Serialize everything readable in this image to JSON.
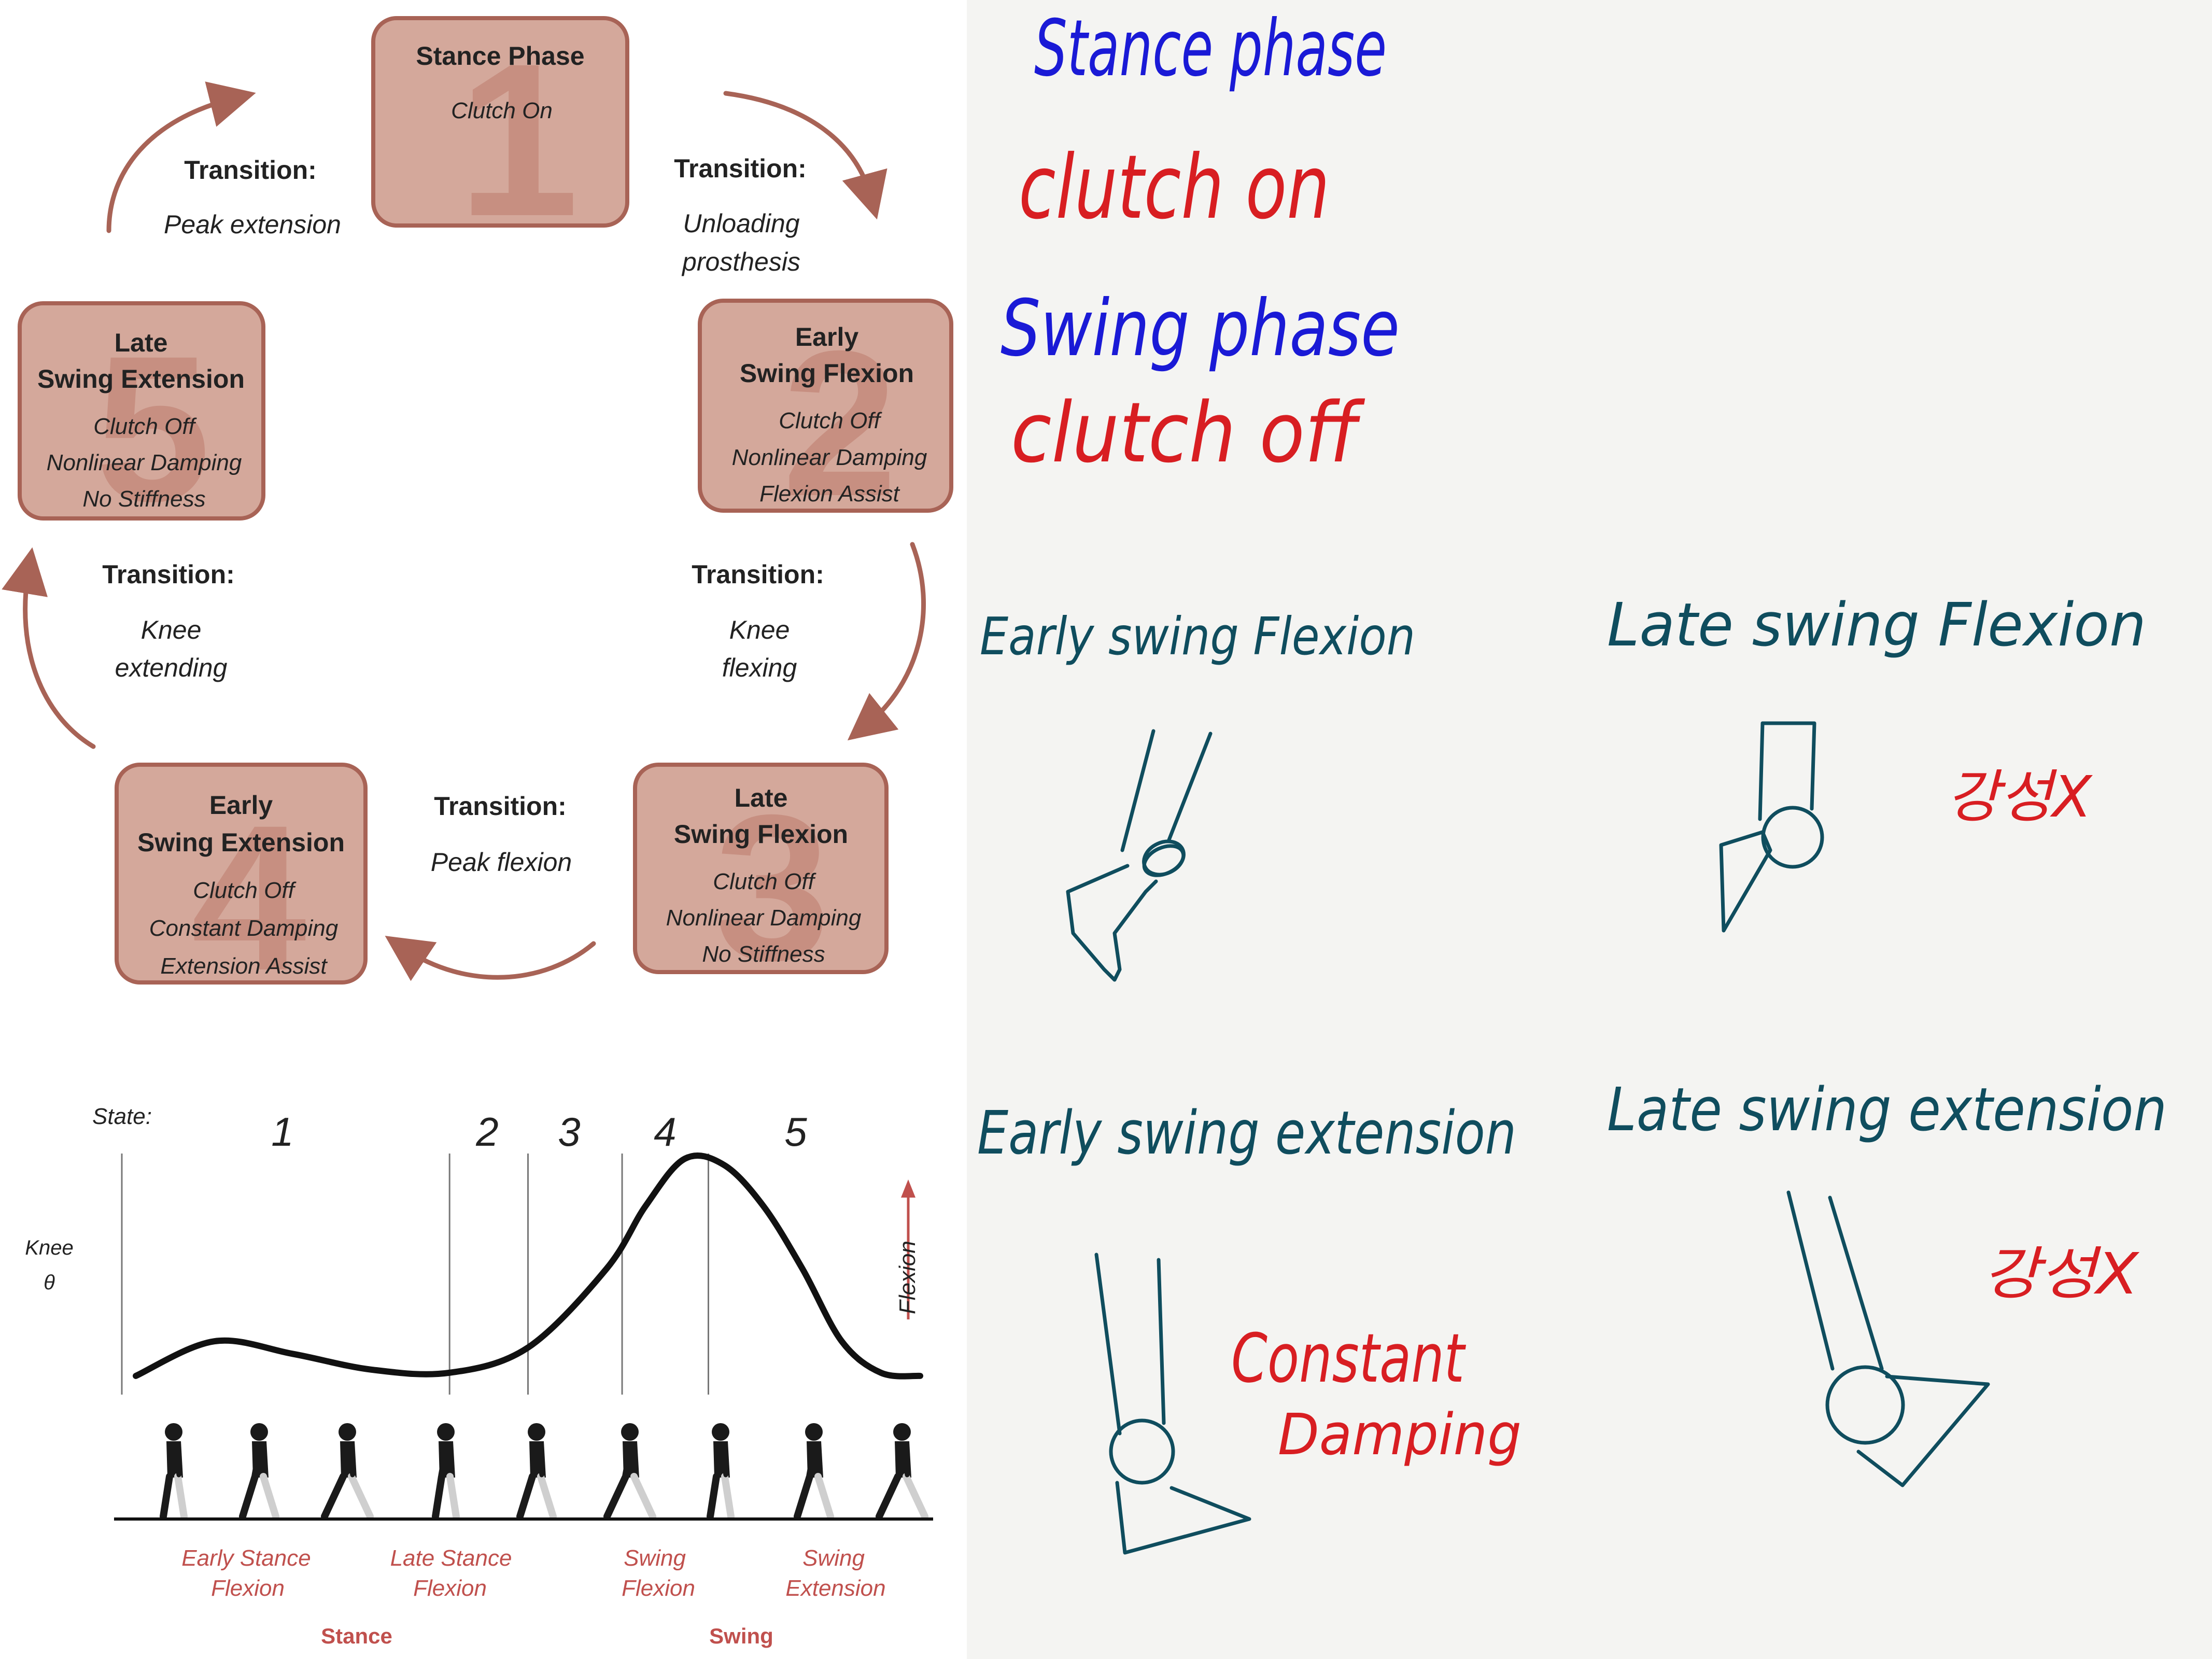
{
  "diagram": {
    "states": [
      {
        "number": "1",
        "title": "Stance Phase",
        "lines": [
          "Clutch On"
        ]
      },
      {
        "number": "2",
        "title_line1": "Early",
        "title_line2": "Swing Flexion",
        "lines": [
          "Clutch Off",
          "Nonlinear Damping",
          "Flexion Assist"
        ]
      },
      {
        "number": "3",
        "title_line1": "Late",
        "title_line2": "Swing Flexion",
        "lines": [
          "Clutch Off",
          "Nonlinear Damping",
          "No Stiffness"
        ]
      },
      {
        "number": "4",
        "title_line1": "Early",
        "title_line2": "Swing Extension",
        "lines": [
          "Clutch Off",
          "Constant Damping",
          "Extension Assist"
        ]
      },
      {
        "number": "5",
        "title_line1": "Late",
        "title_line2": "Swing Extension",
        "lines": [
          "Clutch Off",
          "Nonlinear Damping",
          "No Stiffness"
        ]
      }
    ],
    "transitions": [
      {
        "title": "Transition:",
        "lines": [
          "Unloading",
          "prosthesis"
        ]
      },
      {
        "title": "Transition:",
        "lines": [
          "Knee",
          "flexing"
        ]
      },
      {
        "title": "Transition:",
        "lines": [
          "Peak flexion"
        ]
      },
      {
        "title": "Transition:",
        "lines": [
          "Knee",
          "extending"
        ]
      },
      {
        "title": "Transition:",
        "lines": [
          "Peak extension"
        ]
      }
    ]
  },
  "gait_chart": {
    "state_label": "State:",
    "state_numbers": [
      "1",
      "2",
      "3",
      "4",
      "5"
    ],
    "y_label_line1": "Knee",
    "y_label_line2": "θ",
    "flexion_label": "Flexion",
    "phase_labels": [
      {
        "line1": "Early Stance",
        "line2": "Flexion"
      },
      {
        "line1": "Late Stance",
        "line2": "Flexion"
      },
      {
        "line1": "Swing",
        "line2": "Flexion"
      },
      {
        "line1": "Swing",
        "line2": "Extension"
      }
    ],
    "group_labels": [
      "Stance",
      "Swing"
    ],
    "colors": {
      "curve": "#111111",
      "phase_text": "#c0504d"
    }
  },
  "chart_data": {
    "type": "line",
    "title": "",
    "xlabel": "",
    "ylabel": "Knee θ",
    "x": [
      0,
      10,
      20,
      30,
      40,
      50,
      60,
      65,
      70,
      75,
      80,
      85,
      90,
      95,
      100
    ],
    "series": [
      {
        "values": [
          1,
          12,
          8,
          3,
          2,
          10,
          35,
          55,
          70,
          68,
          55,
          35,
          12,
          2,
          1
        ]
      }
    ],
    "state_boundaries": [
      0,
      40,
      50,
      62,
      73,
      100
    ],
    "grid": false
  },
  "notes": {
    "stance_phase": "Stance phase",
    "clutch_on": "clutch on",
    "swing_phase": "Swing phase",
    "clutch_off": "clutch off",
    "early_swing_flexion": "Early swing Flexion",
    "late_swing_flexion": "Late swing Flexion",
    "early_swing_extension": "Early swing extension",
    "late_swing_extension": "Late swing extension",
    "stiffness_x_1": "강성X",
    "stiffness_x_2": "강성X",
    "constant": "Constant",
    "damping": "Damping"
  },
  "colors": {
    "box_fill": "#d4a89b",
    "box_border": "#a86356",
    "ink_blue": "#1a1ad6",
    "ink_red": "#d81e22",
    "ink_teal": "#0f4d5e",
    "paper": "#f4f4f2"
  }
}
